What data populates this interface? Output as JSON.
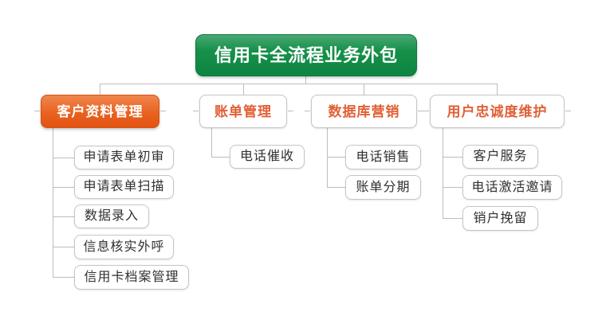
{
  "tree": {
    "root": {
      "label": "信用卡全流程业务外包"
    },
    "branches": [
      {
        "label": "客户资料管理",
        "children": [
          "申请表单初审",
          "申请表单扫描",
          "数据录入",
          "信息核实外呼",
          "信用卡档案管理"
        ]
      },
      {
        "label": "账单管理",
        "children": [
          "电话催收"
        ]
      },
      {
        "label": "数据库营销",
        "children": [
          "电话销售",
          "账单分期"
        ]
      },
      {
        "label": "用户忠诚度维护",
        "children": [
          "客户服务",
          "电话激活邀请",
          "销户挽留"
        ]
      }
    ]
  },
  "colors": {
    "root_green": "#0e8443",
    "branch_fill_orange": "#e96220",
    "branch_text_orange": "#e25f35",
    "leaf_text": "#303030",
    "connector_gray": "#bdbdbd",
    "background": "#ffffff"
  }
}
